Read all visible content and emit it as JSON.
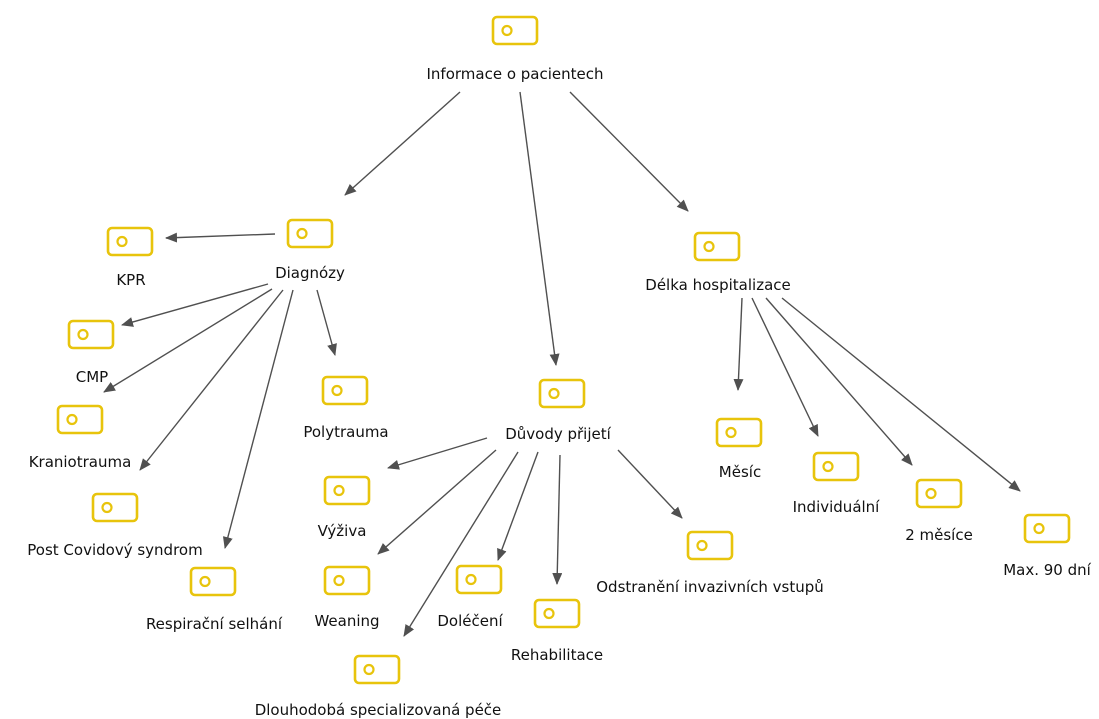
{
  "colors": {
    "tag": "#e8c40c",
    "edge": "#505050",
    "text": "#111111"
  },
  "nodes": {
    "root": "Informace o pacientech",
    "diagnozy": "Diagnózy",
    "duvody": "Důvody přijetí",
    "delka": "Délka hospitalizace",
    "kpr": "KPR",
    "cmp": "CMP",
    "kraniotrauma": "Kraniotrauma",
    "postcovid": "Post Covidový syndrom",
    "respiracni": "Respirační selhání",
    "polytrauma": "Polytrauma",
    "vyziva": "Výživa",
    "weaning": "Weaning",
    "dlouhodoba": "Dlouhodobá specializovaná péče",
    "dolecen": "Doléčení",
    "rehabilitace": "Rehabilitace",
    "odstraneni": "Odstranění invazivních vstupů",
    "mesic": "Měsíc",
    "individualni": "Individuální",
    "dva_mesice": "2 měsíce",
    "max90": "Max. 90 dní"
  },
  "icons": {
    "node_icon": "tag-icon"
  }
}
